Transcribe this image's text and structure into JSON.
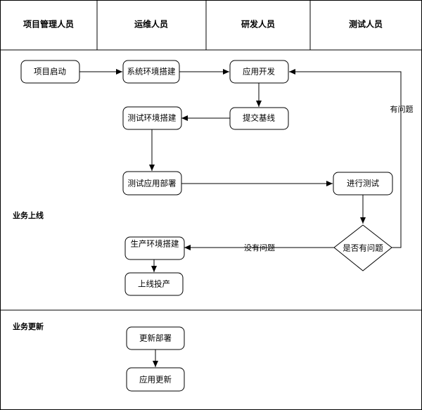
{
  "lanes": {
    "pm": "项目管理人员",
    "ops": "运维人员",
    "dev": "研发人员",
    "test": "测试人员"
  },
  "sections": {
    "launch": "业务上线",
    "update": "业务更新"
  },
  "nodes": {
    "start": "项目启动",
    "sys_env": "系统环境搭建",
    "app_dev": "应用开发",
    "submit": "提交基线",
    "test_env": "测试环境搭建",
    "test_deploy": "测试应用部署",
    "run_test": "进行测试",
    "decision": "是否有问题",
    "prod_env": "生产环境搭建",
    "go_live": "上线投产",
    "update_deploy": "更新部署",
    "app_update": "应用更新"
  },
  "edge_labels": {
    "has_issue": "有问题",
    "no_issue": "没有问题"
  }
}
